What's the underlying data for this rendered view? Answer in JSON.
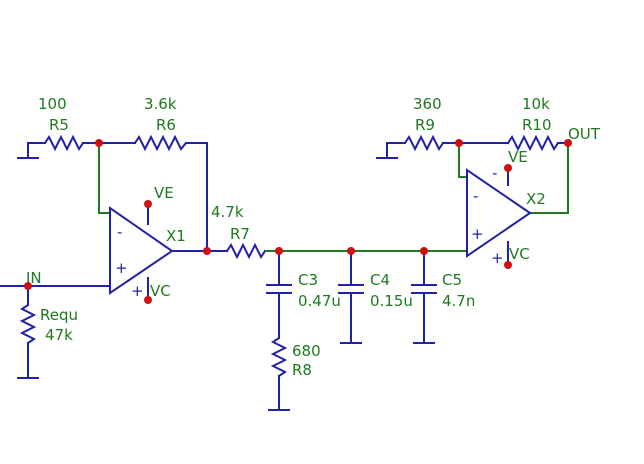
{
  "components": {
    "R5": {
      "ref": "R5",
      "value": "100"
    },
    "R6": {
      "ref": "R6",
      "value": "3.6k"
    },
    "R7": {
      "ref": "R7",
      "value": "4.7k"
    },
    "R8": {
      "ref": "R8",
      "value": "680"
    },
    "R9": {
      "ref": "R9",
      "value": "360"
    },
    "R10": {
      "ref": "R10",
      "value": "10k"
    },
    "C3": {
      "ref": "C3",
      "value": "0.47u"
    },
    "C4": {
      "ref": "C4",
      "value": "0.15u"
    },
    "C5": {
      "ref": "C5",
      "value": "4.7n"
    },
    "Requ": {
      "ref": "Requ",
      "value": "47k"
    },
    "X1": {
      "ref": "X1",
      "ve": "VE",
      "vc": "VC",
      "minus": "-",
      "plus": "+"
    },
    "X2": {
      "ref": "X2",
      "ve": "VE",
      "vc": "VC",
      "minus": "-",
      "plus": "+"
    }
  },
  "ports": {
    "input": "IN",
    "output": "OUT"
  },
  "colors": {
    "wire": "#2222a8",
    "feedback_wire": "#1f7a1f",
    "node": "#d01010",
    "label": "#1f7a1f"
  }
}
